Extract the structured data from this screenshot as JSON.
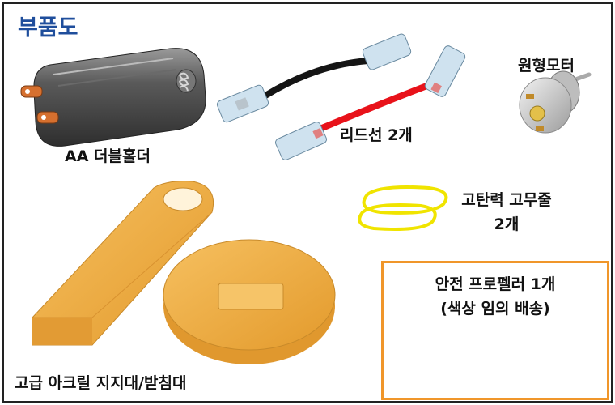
{
  "title": "부품도",
  "parts": {
    "battery_holder": "AA 더블홀더",
    "lead_wire": "리드선 2개",
    "motor": "원형모터",
    "rubber_band_line1": "고탄력 고무줄",
    "rubber_band_line2": "2개",
    "stand": "고급 아크릴 지지대/받침대",
    "propeller_line1": "안전 프로펠러 1개",
    "propeller_line2": "(색상 임의 배송)"
  },
  "colors": {
    "title": "#1f4e9c",
    "box_border": "#f0962a",
    "acrylic": "#f2b04a",
    "propeller_pink": "#f070c8",
    "propeller_cyan": "#33d0f0",
    "propeller_green": "#44d044"
  }
}
